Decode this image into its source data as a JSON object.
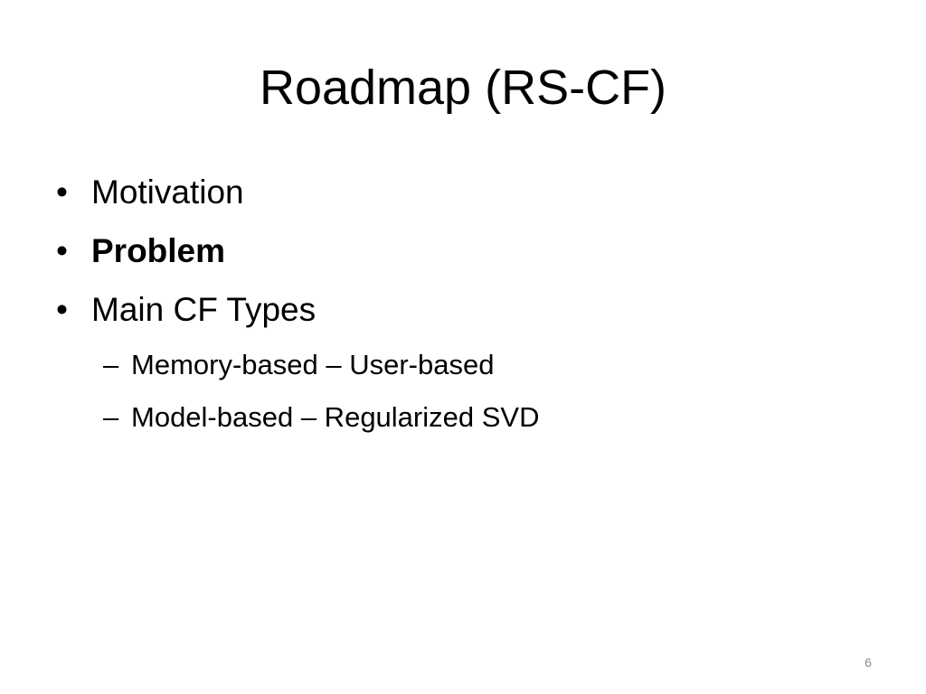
{
  "slide": {
    "title": "Roadmap (RS-CF)",
    "bullet_marker": "•",
    "sub_marker": "–",
    "bullets": [
      {
        "text": "Motivation"
      },
      {
        "text": "Problem"
      },
      {
        "text": "Main CF Types"
      }
    ],
    "sub_bullets": [
      {
        "text": "Memory-based – User-based"
      },
      {
        "text": "Model-based – Regularized SVD"
      }
    ],
    "page_number": "6"
  }
}
